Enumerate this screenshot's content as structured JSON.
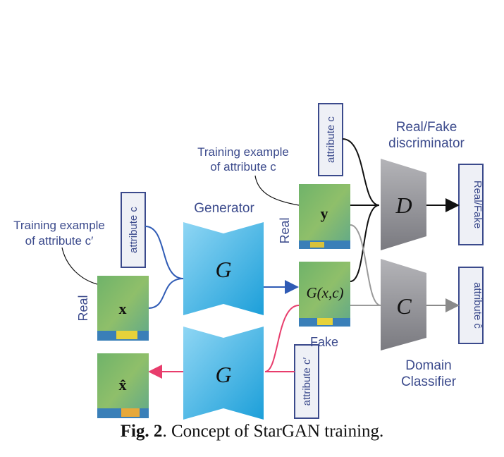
{
  "labels": {
    "training_c_line1": "Training example",
    "training_c_line2": "of attribute c",
    "training_cp_line1": "Training example",
    "training_cp_line2": "of attribute c′",
    "generator": "Generator",
    "real_top": "Real",
    "real_left": "Real",
    "fake": "Fake",
    "disc_line1": "Real/Fake",
    "disc_line2": "discriminator",
    "domain_line1": "Domain",
    "domain_line2": "Classifier"
  },
  "boxes": {
    "attr_c_top": "attribute c",
    "attr_c_left": "attribute c",
    "attr_cp_bottom": "attribute c′",
    "real_fake_out": "Real/Fake",
    "attr_chat_out": "attribute ĉ"
  },
  "symbols": {
    "G_top": "G",
    "G_bottom": "G",
    "D": "D",
    "C": "C",
    "y": "y",
    "x": "x",
    "x_hat": "x̂",
    "Gxc": "G(x,c)"
  },
  "caption": {
    "fig": "Fig. 2",
    "text": ". Concept of StarGAN training."
  },
  "colors": {
    "label_blue": "#3b4a8c",
    "generator": "#29a9de",
    "discriminator": "#909096",
    "reconstruction_arrow": "#e83d6c"
  }
}
